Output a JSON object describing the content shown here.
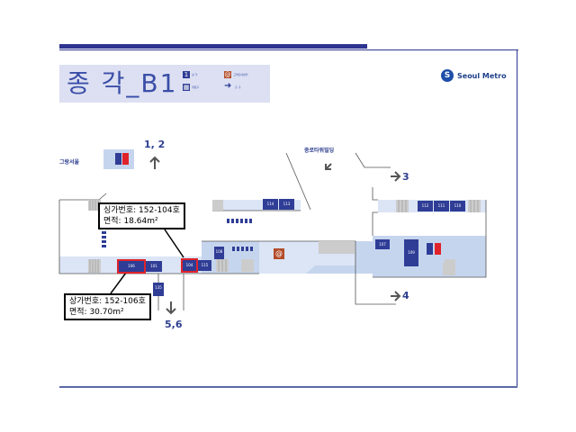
{
  "title": "종  각_B1",
  "brand": {
    "name": "Seoul Metro",
    "logo_icon": "seoul-metro-logo-icon"
  },
  "legend": [
    {
      "icon": "1",
      "color": "#2f3d96",
      "label": "상 가"
    },
    {
      "icon": "@",
      "color": "#b34d2a",
      "label": "고객안내센터"
    },
    {
      "icon": "▦",
      "color": "#2f3d96",
      "label": "개찰구"
    },
    {
      "icon": "➜",
      "color": "#2f3d96",
      "label": "출 구"
    }
  ],
  "exits": {
    "e12": "1, 2",
    "e3": "3",
    "e4": "4",
    "e56": "5,6"
  },
  "buildings": {
    "grand_seoul": "그랑서울",
    "jongno_tower": "종로타워빌딩"
  },
  "shops": [
    {
      "id": "s114",
      "num": "114"
    },
    {
      "id": "s113a",
      "num": "113"
    },
    {
      "id": "s112",
      "num": "112"
    },
    {
      "id": "s111",
      "num": "111"
    },
    {
      "id": "s110",
      "num": "110"
    },
    {
      "id": "s108",
      "num": "108"
    },
    {
      "id": "s107",
      "num": "107"
    },
    {
      "id": "s109",
      "num": "109"
    },
    {
      "id": "s106",
      "num": "106"
    },
    {
      "id": "s101",
      "num": "101"
    },
    {
      "id": "s104",
      "num": "104"
    },
    {
      "id": "s115",
      "num": "115"
    },
    {
      "id": "s135",
      "num": "135"
    }
  ],
  "callouts": {
    "c104": {
      "line1": "싱가번호: 152-104호",
      "line2": "면적: 18.64m²"
    },
    "c106": {
      "line1": "상가번호: 152-106호",
      "line2": "면적: 30.70m²"
    }
  },
  "colors": {
    "navy": "#2e3490",
    "shop": "#2f3d96",
    "highlight": "#e0232a",
    "corridor": "#c6d5ee"
  }
}
